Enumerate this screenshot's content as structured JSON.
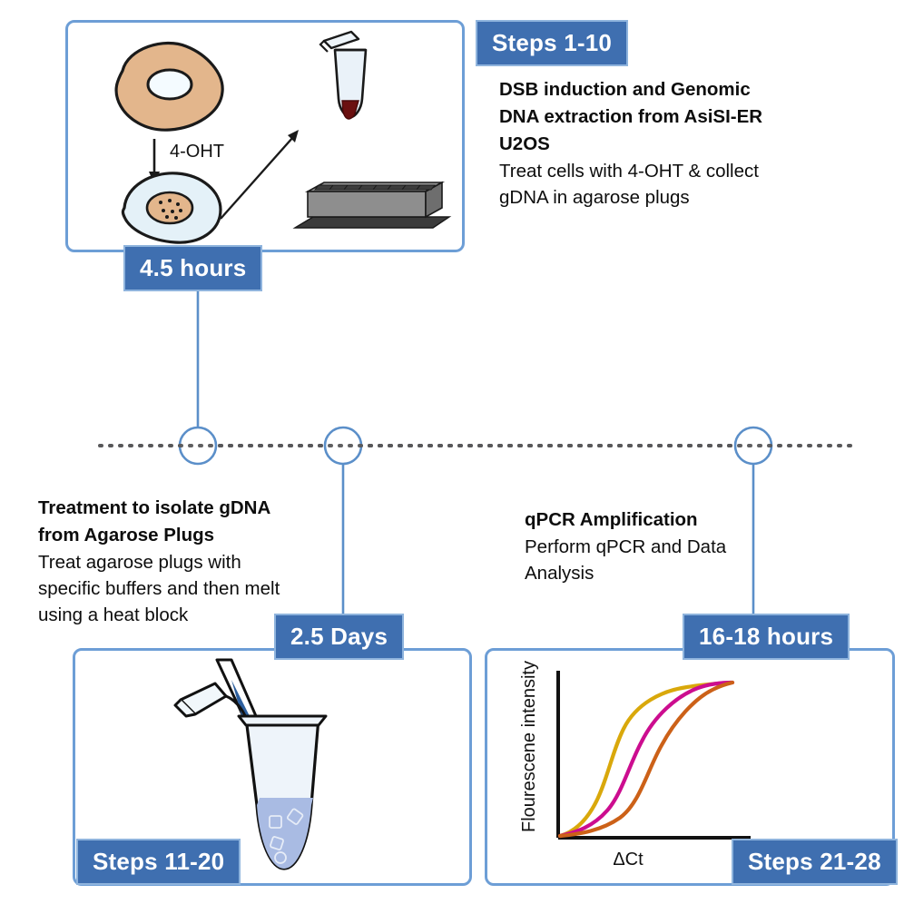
{
  "figure": {
    "kind": "experimental-workflow-timeline",
    "panels": [
      {
        "id": "panel-top",
        "badge": "Steps 1-10",
        "title": "DSB induction and Genomic DNA extraction from AsiSI-ER U2OS",
        "title_lines": [
          "DSB induction and Genomic",
          "DNA extraction from AsiSI-ER",
          "U2OS"
        ],
        "body_lines": [
          "Treat cells with 4-OHT & collect",
          "gDNA in agarose plugs"
        ],
        "artwork": {
          "label": "4-OHT",
          "items": [
            "untreated-cell-icon",
            "treated-cell-icon",
            "microcentrifuge-tube-icon",
            "agarose-casting-tray-icon",
            "arrow-icon"
          ]
        }
      },
      {
        "id": "panel-bottom-left",
        "badge": "Steps 11-20",
        "title": "Treatment to isolate gDNA from Agarose Plugs",
        "title_lines": [
          "Treatment to isolate gDNA",
          "from Agarose Plugs"
        ],
        "body_lines": [
          "Treat agarose plugs with",
          "specific buffers and then melt",
          "using a heat block"
        ],
        "artwork": {
          "items": [
            "pipette-tip-icon",
            "microcentrifuge-tube-with-plugs-icon"
          ]
        }
      },
      {
        "id": "panel-bottom-right",
        "badge": "Steps 21-28",
        "title": "qPCR Amplification",
        "title_lines": [
          "qPCR Amplification"
        ],
        "body_lines": [
          "Perform qPCR and Data",
          "Analysis"
        ],
        "artwork": {
          "items": [
            "qpcr-amplification-plot"
          ]
        }
      }
    ],
    "duration_badges": [
      {
        "id": "badge-45-hours",
        "label": "4.5 hours"
      },
      {
        "id": "badge-25-days",
        "label": "2.5 Days"
      },
      {
        "id": "badge-16-18-hours",
        "label": "16-18 hours"
      }
    ],
    "timeline": {
      "style": "dotted",
      "nodes": 3,
      "node_shape": "circle"
    },
    "colors": {
      "badge_fill": "#3f6fb0",
      "badge_border": "#8fb4dd",
      "panel_border": "#6d9ed6",
      "connector": "#5b8fc9",
      "timeline_dots": "#58585a",
      "cell_untreated": "#e3b68c",
      "cell_treated": "#e4f1f8",
      "tube_liquid": "#a9bbe3",
      "curve_yellow": "#d9a80b",
      "curve_magenta": "#cc0d8f",
      "curve_orange": "#cc6118"
    }
  },
  "chart_data": {
    "type": "line",
    "title": "",
    "xlabel": "ΔCt",
    "ylabel": "Flourescene intensity",
    "grid": false,
    "legend": "none",
    "xlim": [
      0,
      40
    ],
    "ylim": [
      0,
      1
    ],
    "x": [
      0,
      4,
      8,
      12,
      16,
      20,
      24,
      28,
      32,
      36,
      40
    ],
    "series": [
      {
        "name": "curve-yellow",
        "color": "#d9a80b",
        "values": [
          0.01,
          0.03,
          0.09,
          0.28,
          0.62,
          0.84,
          0.93,
          0.96,
          0.98,
          0.99,
          1.0
        ]
      },
      {
        "name": "curve-magenta",
        "color": "#cc0d8f",
        "values": [
          0.01,
          0.02,
          0.05,
          0.11,
          0.24,
          0.45,
          0.68,
          0.84,
          0.93,
          0.98,
          1.0
        ]
      },
      {
        "name": "curve-orange",
        "color": "#cc6118",
        "values": [
          0.01,
          0.015,
          0.03,
          0.06,
          0.12,
          0.22,
          0.4,
          0.64,
          0.83,
          0.94,
          0.99
        ]
      }
    ]
  }
}
